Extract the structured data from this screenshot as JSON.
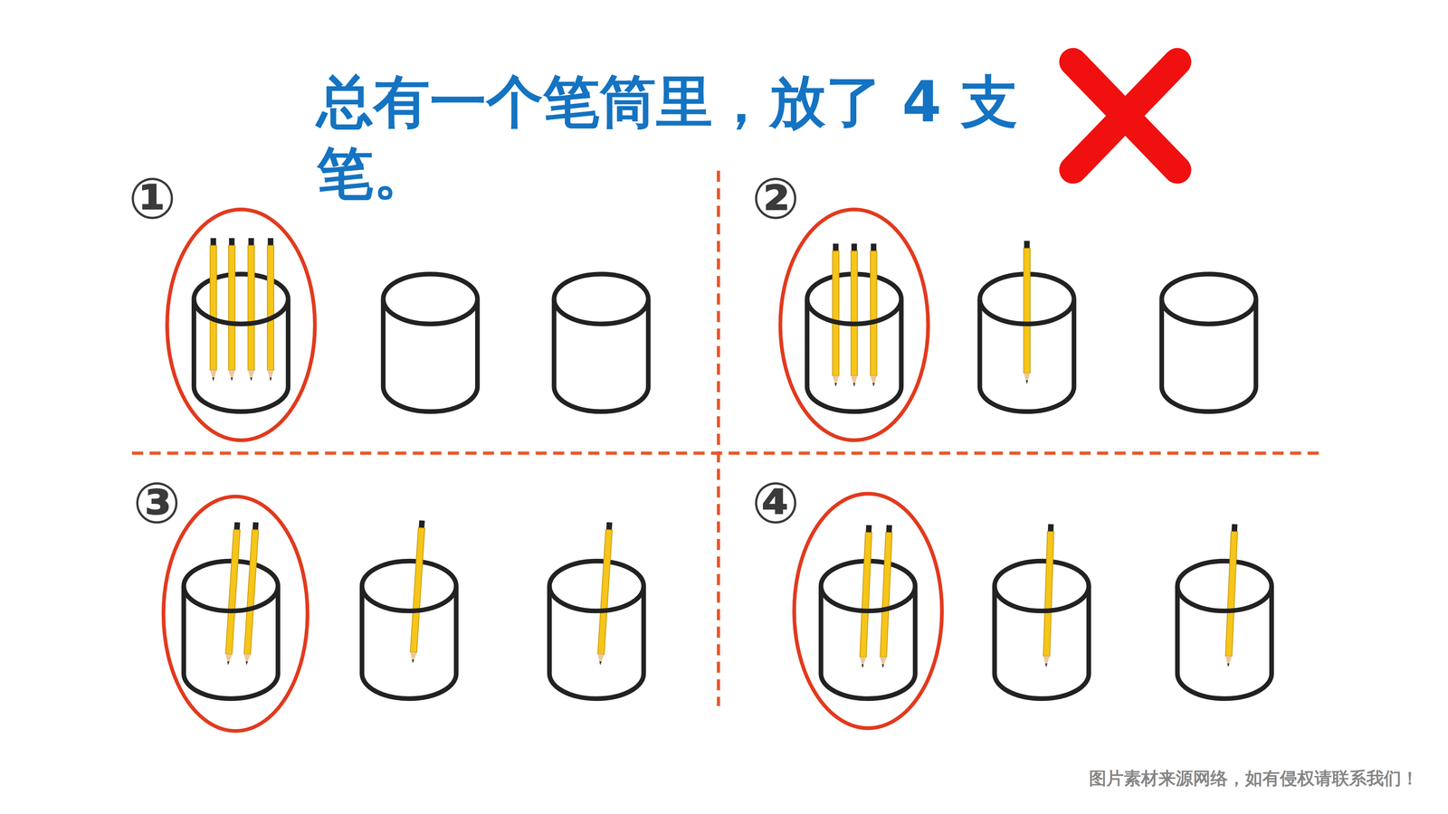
{
  "diagram": {
    "title": "总有一个笔筒里，放了 4 支笔。",
    "labels": [
      "①",
      "②",
      "③",
      "④",
      "图片素材来源网络，如有侵权请联系我们！"
    ]
  }
}
